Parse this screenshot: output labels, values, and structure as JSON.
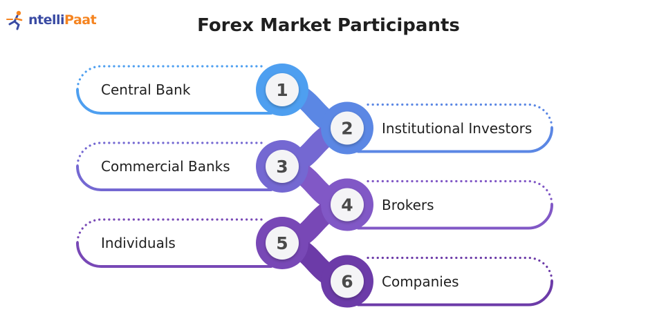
{
  "brand": {
    "part1": "ntelli",
    "part2": "Paat",
    "accent": "#f58420",
    "primary": "#3a4ba3"
  },
  "title": "Forex Market Participants",
  "steps": [
    {
      "number": "1",
      "label": "Central Bank",
      "color": "#4e9ff0"
    },
    {
      "number": "2",
      "label": "Institutional Investors",
      "color": "#5b87e4"
    },
    {
      "number": "3",
      "label": "Commercial Banks",
      "color": "#7468d2"
    },
    {
      "number": "4",
      "label": "Brokers",
      "color": "#8158c6"
    },
    {
      "number": "5",
      "label": "Individuals",
      "color": "#7848b6"
    },
    {
      "number": "6",
      "label": "Companies",
      "color": "#6c3ba8"
    }
  ]
}
